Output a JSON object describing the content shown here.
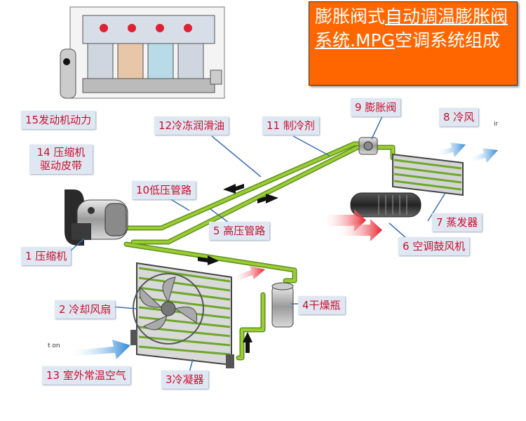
{
  "title": {
    "before": "膨胀阀式",
    "link": "自动调温膨胀阀系统.MPG",
    "after": "空调系统组成"
  },
  "labels": {
    "engine_power": "15发动机动力",
    "belt": "14 压缩机驱动皮带",
    "compressor": "1 压缩机",
    "fan": "2 冷却风扇",
    "condenser": "3冷凝器",
    "dryer": "4干燥瓶",
    "high_pipe": "5 高压管路",
    "blower": "6 空调鼓风机",
    "evaporator": "7 蒸发器",
    "cold_air": "8 冷风",
    "expansion_valve": "9 膨胀阀",
    "low_pipe": "10低压管路",
    "refrigerant": "11 制冷剂",
    "lubricant": "12冷冻润滑油",
    "outside_air": "13 室外常温空气"
  },
  "fragments": {
    "left": "t on",
    "right": "ir"
  },
  "colors": {
    "title_bg": "#ff6600",
    "label_bg": "#dfe7f2",
    "label_text": "#c8102e",
    "pipe": "#8cc63f",
    "hot_arrow": "#e8202a",
    "cool_arrow": "#2b86d6"
  }
}
